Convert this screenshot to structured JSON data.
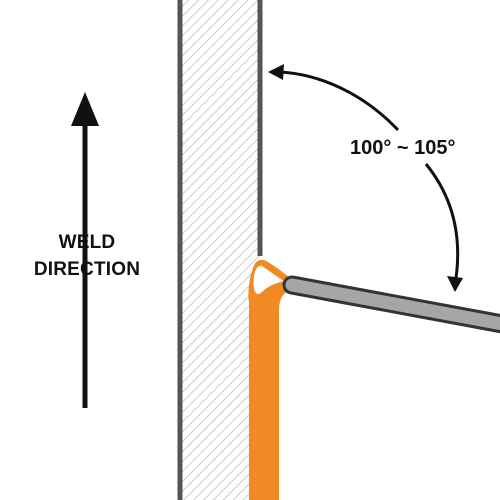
{
  "labels": {
    "weld_direction_line1": "WELD",
    "weld_direction_line2": "DIRECTION",
    "angle": "100° ~ 105°"
  },
  "colors": {
    "plate_edge": "#555555",
    "hatch": "#bdbdbd",
    "weld_bead": "#f28a23",
    "electrode_fill": "#a6a6a6",
    "electrode_outline": "#333333",
    "arrows": "#111111"
  },
  "icons": {
    "direction_arrow": "arrow-up-icon",
    "angle_arrow": "curved-double-arrow-icon"
  }
}
